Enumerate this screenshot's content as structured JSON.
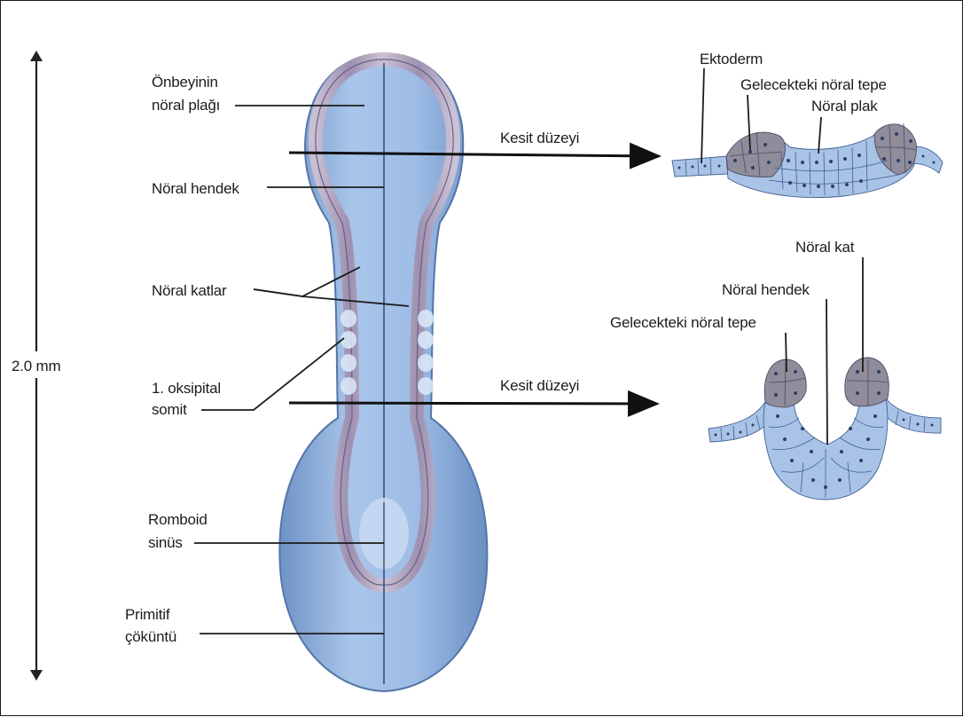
{
  "scale": {
    "label": "2.0 mm"
  },
  "embryo_labels": {
    "forebrain_plate_line1": "Önbeyinin",
    "forebrain_plate_line2": "nöral plağı",
    "neural_groove": "Nöral hendek",
    "neural_folds": "Nöral katlar",
    "somite_line1": "1. oksipital",
    "somite_line2": "somit",
    "rhomboid_line1": "Romboid",
    "rhomboid_line2": "sinüs",
    "primitive_line1": "Primitif",
    "primitive_line2": "çöküntü"
  },
  "section_arrows": {
    "upper": "Kesit düzeyi",
    "lower": "Kesit düzeyi"
  },
  "upper_section": {
    "ectoderm": "Ektoderm",
    "future_neural_crest": "Gelecekteki nöral tepe",
    "neural_plate": "Nöral plak"
  },
  "lower_section": {
    "neural_fold": "Nöral kat",
    "neural_groove": "Nöral hendek",
    "future_neural_crest": "Gelecekteki nöral tepe"
  },
  "colors": {
    "embryo_blue": "#8fb0dc",
    "fold_lilac": "#b7a9c2",
    "crest_gray": "#8f8d9c",
    "cell_blue": "#a9c3e6"
  }
}
